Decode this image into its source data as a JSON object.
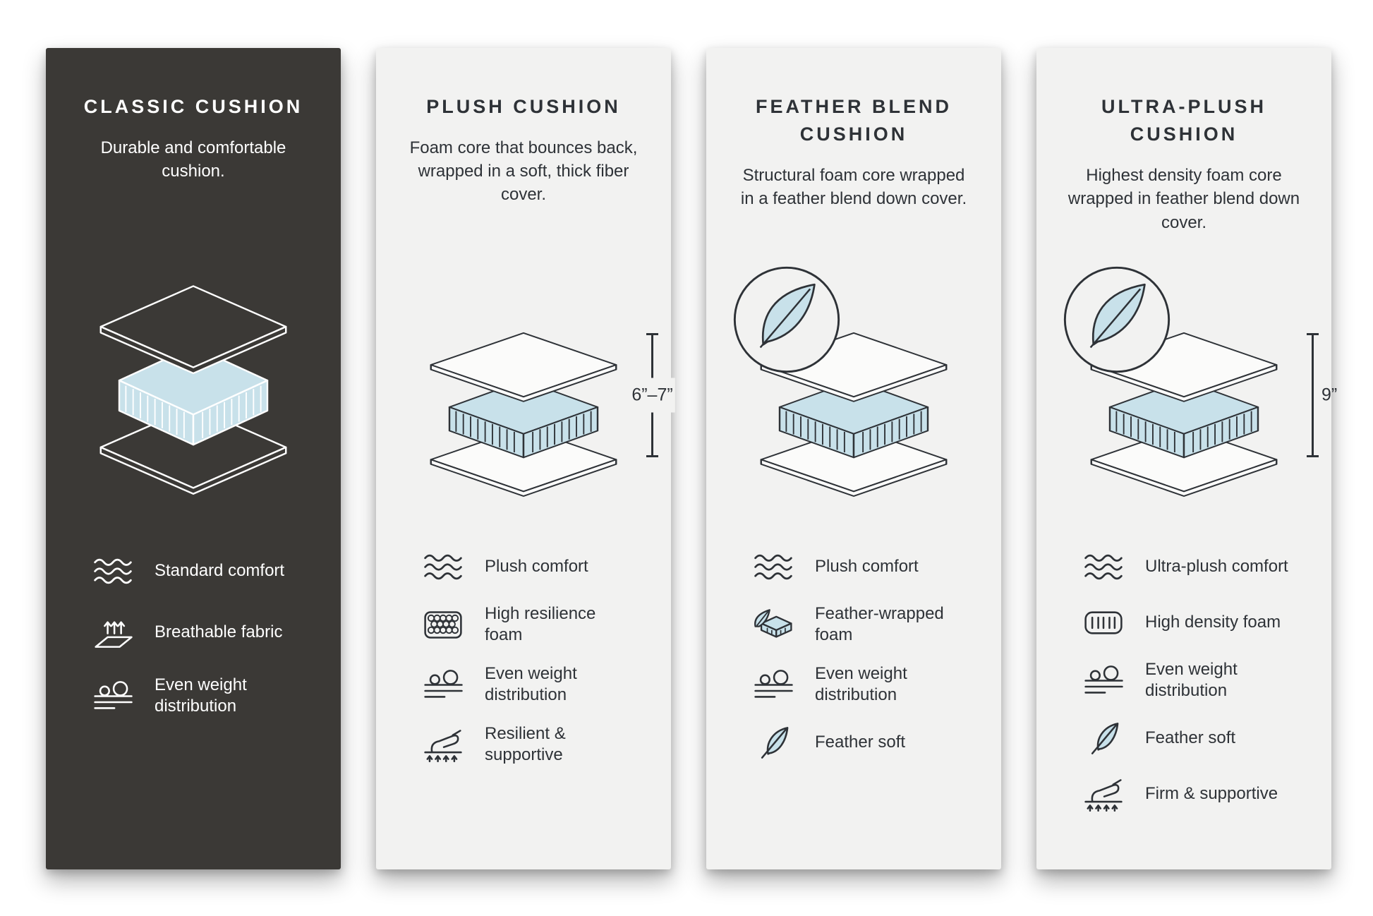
{
  "page": {
    "background": "#ffffff"
  },
  "colors": {
    "dark_card_bg": "#3b3936",
    "light_card_bg": "#f2f2f1",
    "foam_fill": "#c8e1ea",
    "line_on_light": "#2e3237",
    "line_on_dark": "#ffffff"
  },
  "cards": [
    {
      "title": "CLASSIC CUSHION",
      "description": "Durable and comfortable cushion.",
      "theme": "dark",
      "features": [
        {
          "icon": "waves-icon",
          "label": "Standard comfort"
        },
        {
          "icon": "breathable-icon",
          "label": "Breathable fabric"
        },
        {
          "icon": "even-weight-icon",
          "label": "Even weight distribution"
        }
      ]
    },
    {
      "title": "PLUSH CUSHION",
      "description": "Foam core that bounces back, wrapped in a soft, thick fiber cover.",
      "theme": "light",
      "height_label": "6”–7”",
      "features": [
        {
          "icon": "waves-icon",
          "label": "Plush comfort"
        },
        {
          "icon": "foam-cells-icon",
          "label": "High resilience foam"
        },
        {
          "icon": "even-weight-icon",
          "label": "Even weight distribution"
        },
        {
          "icon": "press-support-icon",
          "label": "Resilient & supportive"
        }
      ]
    },
    {
      "title": "FEATHER BLEND CUSHION",
      "description": "Structural foam core wrapped in a feather blend down cover.",
      "theme": "light",
      "feather_badge": true,
      "features": [
        {
          "icon": "waves-icon",
          "label": "Plush comfort"
        },
        {
          "icon": "feather-foam-icon",
          "label": "Feather-wrapped foam"
        },
        {
          "icon": "even-weight-icon",
          "label": "Even weight distribution"
        },
        {
          "icon": "feather-icon",
          "label": "Feather soft"
        }
      ]
    },
    {
      "title": "ULTRA-PLUSH CUSHION",
      "description": "Highest density foam core wrapped in feather blend down cover.",
      "theme": "light",
      "feather_badge": true,
      "height_label": "9”",
      "features": [
        {
          "icon": "waves-icon",
          "label": "Ultra-plush comfort"
        },
        {
          "icon": "density-foam-icon",
          "label": "High density foam"
        },
        {
          "icon": "even-weight-icon",
          "label": "Even weight distribution"
        },
        {
          "icon": "feather-icon",
          "label": "Feather soft"
        },
        {
          "icon": "press-support-icon",
          "label": "Firm & supportive"
        }
      ]
    }
  ]
}
